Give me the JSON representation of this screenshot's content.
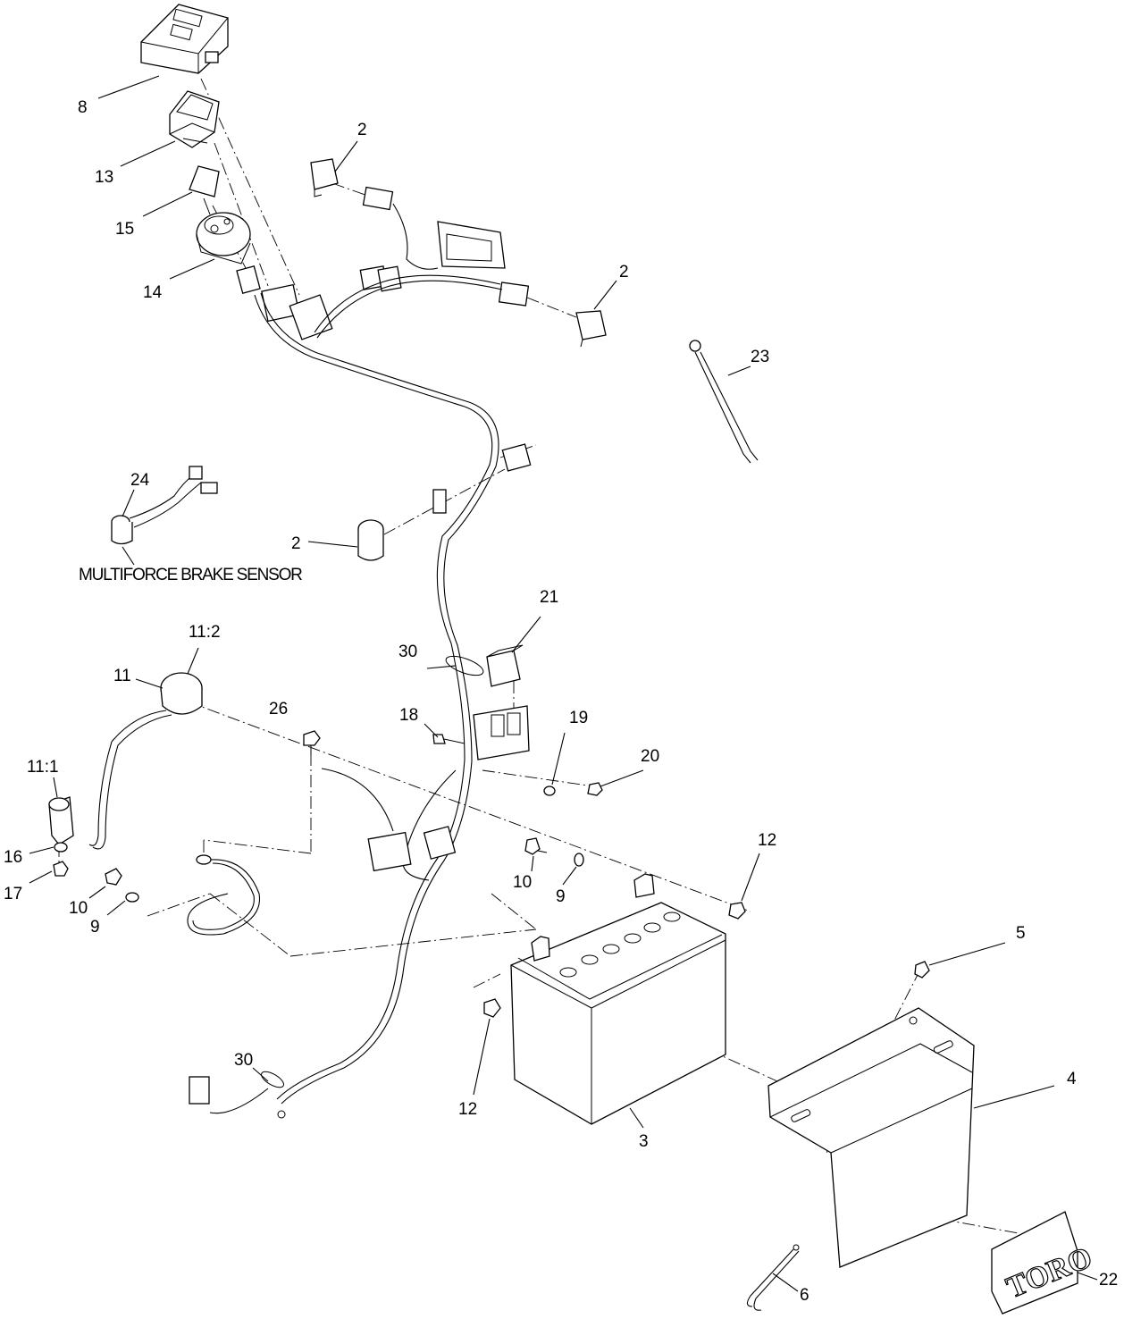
{
  "callouts": {
    "c8": "8",
    "c13": "13",
    "c15": "15",
    "c14": "14",
    "c2a": "2",
    "c2b": "2",
    "c2c": "2",
    "c23": "23",
    "c24": "24",
    "c21": "21",
    "c30a": "30",
    "c30b": "30",
    "c18": "18",
    "c19": "19",
    "c20": "20",
    "c26": "26",
    "c11": "11",
    "c11_2": "11:2",
    "c11_1": "11:1",
    "c16": "16",
    "c17": "17",
    "c10a": "10",
    "c9a": "9",
    "c10b": "10",
    "c9b": "9",
    "c12a": "12",
    "c12b": "12",
    "c5": "5",
    "c4": "4",
    "c3": "3",
    "c6": "6",
    "c22": "22"
  },
  "caption": "MULTIFORCE BRAKE SENSOR",
  "decal_text": "TORO"
}
